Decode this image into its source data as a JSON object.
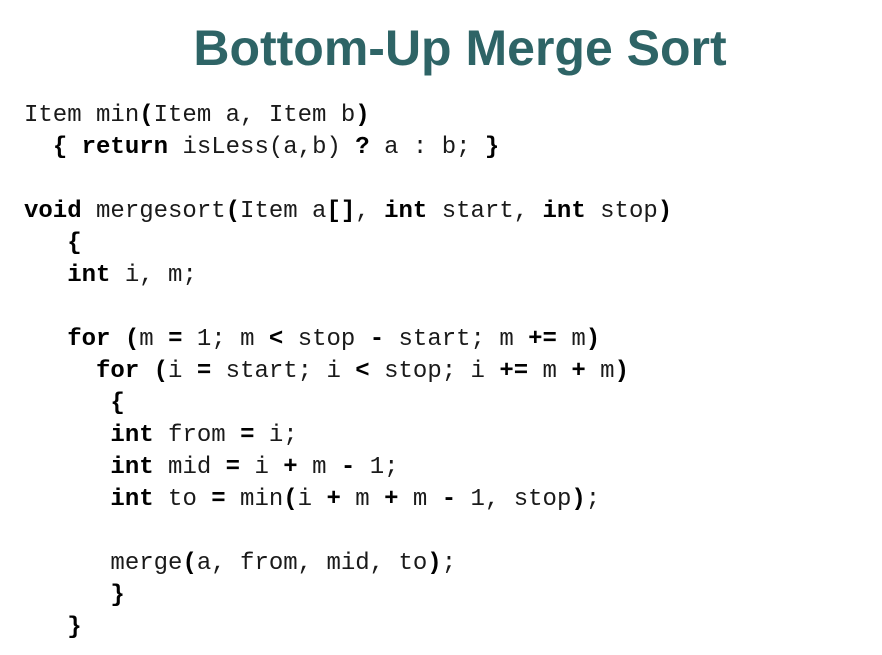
{
  "title": "Bottom-Up Merge Sort",
  "code_lines": [
    [
      [
        "tx",
        "Item min"
      ],
      [
        "op",
        "("
      ],
      [
        "tx",
        "Item a, Item b"
      ],
      [
        "op",
        ")"
      ]
    ],
    [
      [
        "tx",
        "  "
      ],
      [
        "op",
        "{ "
      ],
      [
        "kw",
        "return"
      ],
      [
        "tx",
        " isLess(a,b) "
      ],
      [
        "op",
        "?"
      ],
      [
        "tx",
        " a : b; "
      ],
      [
        "op",
        "}"
      ]
    ],
    [],
    [
      [
        "kw",
        "void"
      ],
      [
        "tx",
        " mergesort"
      ],
      [
        "op",
        "("
      ],
      [
        "tx",
        "Item a"
      ],
      [
        "op",
        "[]"
      ],
      [
        "tx",
        ", "
      ],
      [
        "kw",
        "int"
      ],
      [
        "tx",
        " start, "
      ],
      [
        "kw",
        "int"
      ],
      [
        "tx",
        " stop"
      ],
      [
        "op",
        ")"
      ]
    ],
    [
      [
        "tx",
        "   "
      ],
      [
        "op",
        "{"
      ]
    ],
    [
      [
        "tx",
        "   "
      ],
      [
        "kw",
        "int"
      ],
      [
        "tx",
        " i, m;"
      ]
    ],
    [],
    [
      [
        "tx",
        "   "
      ],
      [
        "kw",
        "for"
      ],
      [
        "tx",
        " "
      ],
      [
        "op",
        "("
      ],
      [
        "tx",
        "m "
      ],
      [
        "op",
        "="
      ],
      [
        "tx",
        " 1; m "
      ],
      [
        "op",
        "<"
      ],
      [
        "tx",
        " stop "
      ],
      [
        "op",
        "-"
      ],
      [
        "tx",
        " start; m "
      ],
      [
        "op",
        "+="
      ],
      [
        "tx",
        " m"
      ],
      [
        "op",
        ")"
      ]
    ],
    [
      [
        "tx",
        "     "
      ],
      [
        "kw",
        "for"
      ],
      [
        "tx",
        " "
      ],
      [
        "op",
        "("
      ],
      [
        "tx",
        "i "
      ],
      [
        "op",
        "="
      ],
      [
        "tx",
        " start; i "
      ],
      [
        "op",
        "<"
      ],
      [
        "tx",
        " stop; i "
      ],
      [
        "op",
        "+="
      ],
      [
        "tx",
        " m "
      ],
      [
        "op",
        "+"
      ],
      [
        "tx",
        " m"
      ],
      [
        "op",
        ")"
      ]
    ],
    [
      [
        "tx",
        "      "
      ],
      [
        "op",
        "{"
      ]
    ],
    [
      [
        "tx",
        "      "
      ],
      [
        "kw",
        "int"
      ],
      [
        "tx",
        " from "
      ],
      [
        "op",
        "="
      ],
      [
        "tx",
        " i;"
      ]
    ],
    [
      [
        "tx",
        "      "
      ],
      [
        "kw",
        "int"
      ],
      [
        "tx",
        " mid "
      ],
      [
        "op",
        "="
      ],
      [
        "tx",
        " i "
      ],
      [
        "op",
        "+"
      ],
      [
        "tx",
        " m "
      ],
      [
        "op",
        "-"
      ],
      [
        "tx",
        " 1;"
      ]
    ],
    [
      [
        "tx",
        "      "
      ],
      [
        "kw",
        "int"
      ],
      [
        "tx",
        " to "
      ],
      [
        "op",
        "="
      ],
      [
        "tx",
        " min"
      ],
      [
        "op",
        "("
      ],
      [
        "tx",
        "i "
      ],
      [
        "op",
        "+"
      ],
      [
        "tx",
        " m "
      ],
      [
        "op",
        "+"
      ],
      [
        "tx",
        " m "
      ],
      [
        "op",
        "-"
      ],
      [
        "tx",
        " 1, stop"
      ],
      [
        "op",
        ")"
      ],
      [
        "tx",
        ";"
      ]
    ],
    [],
    [
      [
        "tx",
        "      merge"
      ],
      [
        "op",
        "("
      ],
      [
        "tx",
        "a, from, mid, to"
      ],
      [
        "op",
        ")"
      ],
      [
        "tx",
        ";"
      ]
    ],
    [
      [
        "tx",
        "      "
      ],
      [
        "op",
        "}"
      ]
    ],
    [
      [
        "tx",
        "   "
      ],
      [
        "op",
        "}"
      ]
    ]
  ]
}
